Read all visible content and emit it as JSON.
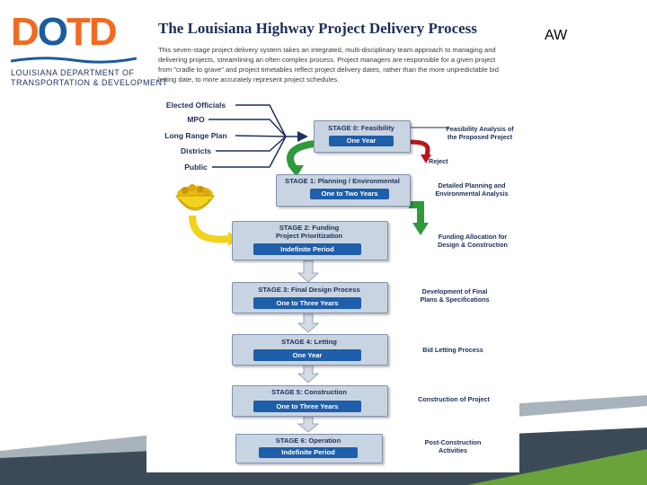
{
  "logo": {
    "letters": [
      "D",
      "O",
      "T",
      "D"
    ],
    "subtitle_line1": "LOUISIANA DEPARTMENT OF",
    "subtitle_line2": "TRANSPORTATION & DEVELOPMENT",
    "orange": "#f26a21",
    "blue": "#1a5c9e"
  },
  "header": {
    "title": "The Louisiana Highway Project Delivery Process",
    "intro": "This seven-stage project delivery system takes an integrated, multi-disciplinary team approach to managing and delivering projects, streamlining an often complex process. Project managers are responsible for a given project from \"cradle to grave\" and project timetables reflect project delivery dates, rather than the more unpredictable bid letting date, to more accurately represent project schedules.",
    "corner_label": "AW"
  },
  "stakeholders": [
    "Elected Officials",
    "MPO",
    "Long Range Plan",
    "Districts",
    "Public"
  ],
  "stages": [
    {
      "title": "STAGE 0: Feasibility",
      "subtitle": "",
      "duration": "One Year",
      "note": "Feasibility Analysis of the Proposed Project"
    },
    {
      "title": "STAGE 1: Planning / Environmental",
      "subtitle": "",
      "duration": "One to Two Years",
      "note": "Detailed Planning and Environmental Analysis"
    },
    {
      "title": "STAGE 2: Funding",
      "subtitle": "Project Prioritization",
      "duration": "Indefinite Period",
      "note": "Funding Allocation for Design & Construction"
    },
    {
      "title": "STAGE 3: Final Design Process",
      "subtitle": "",
      "duration": "One to Three Years",
      "note": "Development of Final Plans & Specifications"
    },
    {
      "title": "STAGE 4: Letting",
      "subtitle": "",
      "duration": "One Year",
      "note": "Bid Letting Process"
    },
    {
      "title": "STAGE 5: Construction",
      "subtitle": "",
      "duration": "One to Three Years",
      "note": "Construction of Project"
    },
    {
      "title": "STAGE 6: Operation",
      "subtitle": "",
      "duration": "Indefinite Period",
      "note": "Post-Construction Activities"
    }
  ],
  "reject_label": "Reject",
  "colors": {
    "navy": "#1d2f5a",
    "stage_fill": "#c9d4e2",
    "duration_fill": "#1f5ea8",
    "reject_arrow": "#b8161d",
    "advance_arrow": "#2e9a3a",
    "funding_arrow": "#f2d21a",
    "footer_dark": "#3c4a57",
    "footer_green": "#6aa33b",
    "footer_light": "#a9b3bb"
  }
}
